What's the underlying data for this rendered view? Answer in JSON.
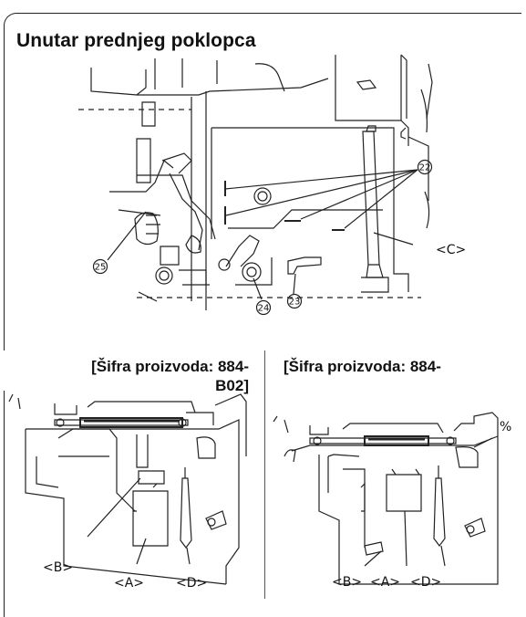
{
  "title": "Unutar prednjeg poklopca",
  "top_diagram": {
    "callouts": {
      "c22": "22",
      "c23": "23",
      "c24": "24",
      "c25": "25",
      "cC": "<C>"
    }
  },
  "left_section": {
    "heading_line1": "[Šifra proizvoda: 884-",
    "heading_line2": "B02]",
    "labels": {
      "B": "<B>",
      "A": "<A>",
      "D": "<D>"
    }
  },
  "right_section": {
    "heading": "[Šifra proizvoda: 884-",
    "labels": {
      "B": "<B>",
      "A": "<A>",
      "D": "<D>",
      "pct": "%"
    }
  }
}
